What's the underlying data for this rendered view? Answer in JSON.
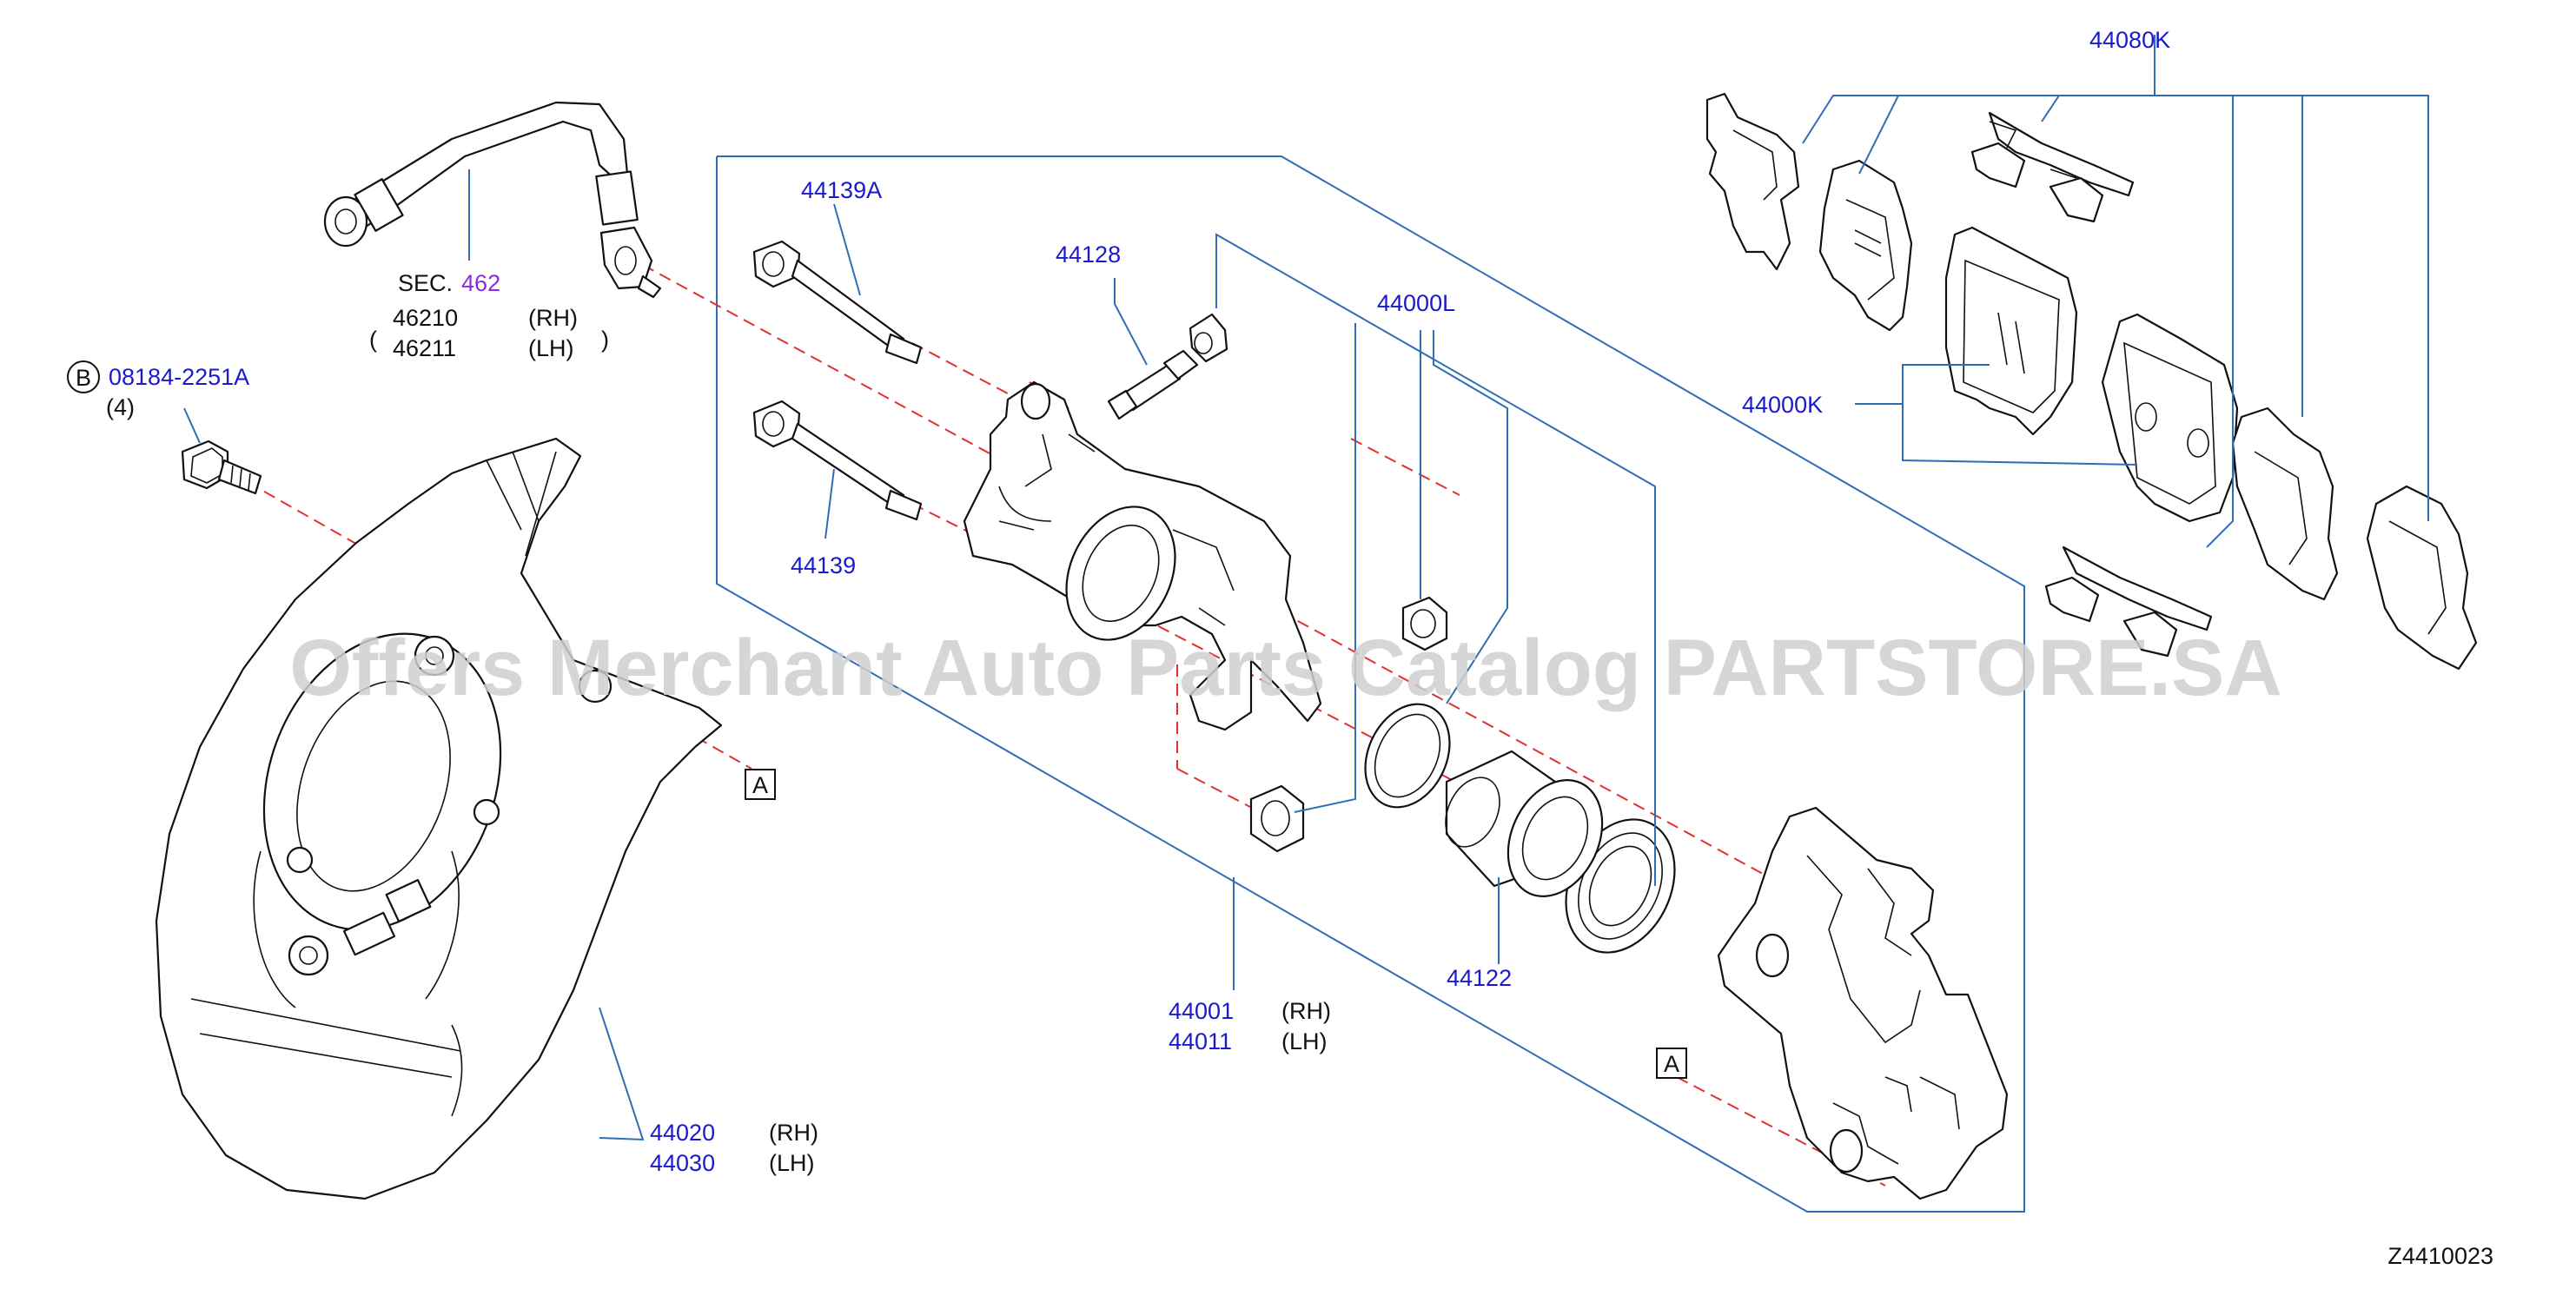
{
  "labels": {
    "sec_prefix": "SEC.",
    "sec_num": "462",
    "hose_rh_num": "46210",
    "hose_rh": "(RH)",
    "hose_lh_num": "46211",
    "hose_lh": "(LH)",
    "bolt_circle": "B",
    "bolt_num": "08184-2251A",
    "bolt_qty": "(4)",
    "pin_upper": "44139A",
    "pin_lower": "44139",
    "bleeder": "44128",
    "seal_kit": "44000L",
    "pad_kit": "44000K",
    "hw_kit": "44080K",
    "piston": "44122",
    "caliper_rh_num": "44001",
    "caliper_rh": "(RH)",
    "caliper_lh_num": "44011",
    "caliper_lh": "(LH)",
    "plate_rh_num": "44020",
    "plate_rh": "(RH)",
    "plate_lh_num": "44030",
    "plate_lh": "(LH)",
    "ref_a1": "A",
    "ref_a2": "A",
    "diagram_id": "Z4410023"
  },
  "watermark": "Offers Merchant Auto Parts Catalog PARTSTORE.SA",
  "colors": {
    "part_number": "#1a1acc",
    "section_number": "#8a2be2",
    "leader_line": "#2f6db5",
    "axis_line": "#e03030",
    "outline": "#111111"
  }
}
